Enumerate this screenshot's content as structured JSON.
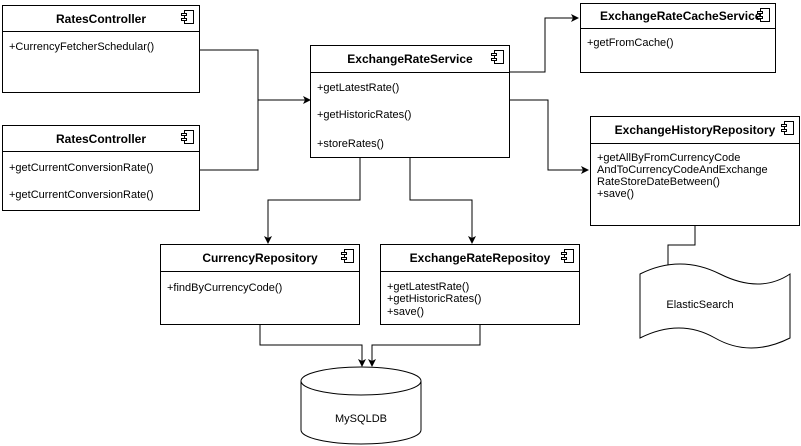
{
  "components": {
    "rates_controller_1": {
      "name": "RatesController",
      "ops": [
        "+CurrencyFetcherSchedular()"
      ]
    },
    "rates_controller_2": {
      "name": "RatesController",
      "ops": [
        "+getCurrentConversionRate()",
        "+getCurrentConversionRate()"
      ]
    },
    "exchange_rate_service": {
      "name": "ExchangeRateService",
      "ops": [
        "+getLatestRate()",
        "+getHistoricRates()",
        "+storeRates()"
      ]
    },
    "exchange_rate_cache_service": {
      "name": "ExchangeRateCacheService",
      "ops": [
        "+getFromCache()"
      ]
    },
    "exchange_history_repository": {
      "name": "ExchangeHistoryRepository",
      "ops": [
        "+getAllByFromCurrencyCode",
        "AndToCurrencyCodeAndExchange",
        "RateStoreDateBetween()",
        "+save()"
      ]
    },
    "currency_repository": {
      "name": "CurrencyRepository",
      "ops": [
        "+findByCurrencyCode()"
      ]
    },
    "exchange_rate_repository": {
      "name": "ExchangeRateRepositoy",
      "ops": [
        "+getLatestRate()",
        "+getHistoricRates()",
        "+save()"
      ]
    }
  },
  "stores": {
    "elasticsearch": "ElasticSearch",
    "mysqldb": "MySQLDB"
  }
}
